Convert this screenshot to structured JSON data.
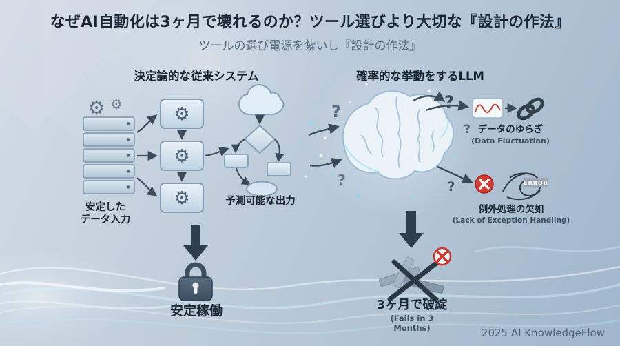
{
  "page": {
    "title": "なぜAI自動化は3ヶ月で壊れるのか？ツール選びより大切な『設計の作法』",
    "subtitle": "ツールの選び電源を紮いし『設計の作法』",
    "credit": "2025 AI KnowledgeFlow"
  },
  "left": {
    "heading": "決定論的な従来システム",
    "input_label_line1": "安定した",
    "input_label_line2": "データ入力",
    "output_label": "予測可能な出力",
    "result_label": "安定稼働"
  },
  "right": {
    "heading": "確率的な挙動をするLLM",
    "fluctuation_label": "データのゆらぎ",
    "fluctuation_sub": "(Data Fluctuation)",
    "error_badge": "ERROR",
    "exception_label": "例外処理の欠如",
    "exception_sub": "(Lack of Exception Handling)",
    "result_label": "3ヶ月で破綻",
    "result_sub": "(Fails in 3 Months)"
  },
  "icons": {
    "gear": "⚙",
    "question": "?"
  },
  "colors": {
    "accent_cyan": "#7fd4e8",
    "error_red": "#ce3529",
    "arrow_dark": "#3b4a5a",
    "background_top": "#d2dce6",
    "background_bottom": "#a0b6cc"
  }
}
